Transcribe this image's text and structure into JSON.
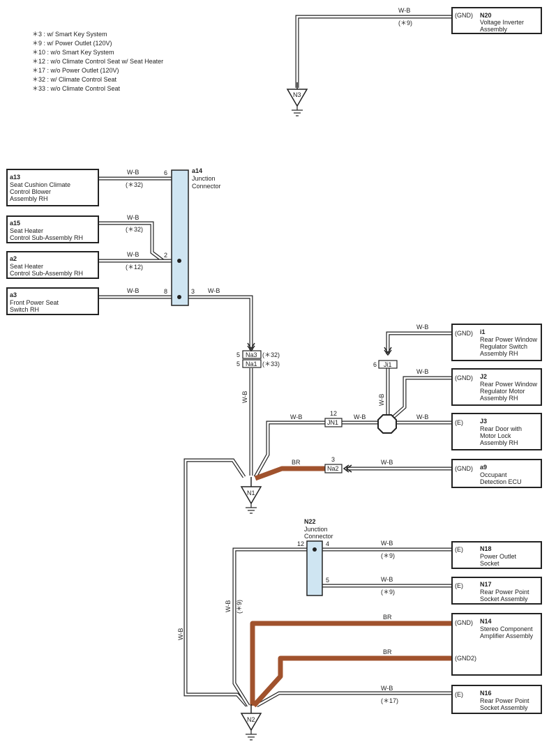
{
  "colors": {
    "br_wire": "#a0522d",
    "junction_fill": "#cfe5f2",
    "wire": "#222222"
  },
  "notes": [
    "＊3 : w/ Smart Key System",
    "＊9 : w/ Power Outlet (120V)",
    "＊10 : w/o Smart Key System",
    "＊12 : w/o Climate Control Seat w/ Seat Heater",
    "＊17 : w/o Power Outlet (120V)",
    "＊32 : w/ Climate Control Seat",
    "＊33 : w/o Climate Control Seat"
  ],
  "components": {
    "n20": {
      "code": "N20",
      "line1": "Voltage Inverter",
      "line2": "Assembly",
      "pin": "(GND)"
    },
    "a13": {
      "code": "a13",
      "line1": "Seat Cushion Climate",
      "line2": "Control Blower",
      "line3": "Assembly RH"
    },
    "a15": {
      "code": "a15",
      "line1": "Seat Heater",
      "line2": "Control Sub-Assembly RH"
    },
    "a2": {
      "code": "a2",
      "line1": "Seat Heater",
      "line2": "Control Sub-Assembly RH"
    },
    "a3": {
      "code": "a3",
      "line1": "Front Power Seat",
      "line2": "Switch RH"
    },
    "a14": {
      "code": "a14",
      "line1": "Junction",
      "line2": "Connector"
    },
    "i1": {
      "code": "i1",
      "line1": "Rear Power Window",
      "line2": "Regulator Switch",
      "line3": "Assembly RH",
      "pin": "(GND)"
    },
    "j2": {
      "code": "J2",
      "line1": "Rear Power Window",
      "line2": "Regulator Motor",
      "line3": "Assembly RH",
      "pin": "(GND)"
    },
    "j3": {
      "code": "J3",
      "line1": "Rear Door with",
      "line2": "Motor Lock",
      "line3": "Assembly RH",
      "pin": "(E)"
    },
    "a9": {
      "code": "a9",
      "line1": "Occupant",
      "line2": "Detection ECU",
      "pin": "(GND)"
    },
    "n22": {
      "code": "N22",
      "line1": "Junction",
      "line2": "Connector"
    },
    "n18": {
      "code": "N18",
      "line1": "Power Outlet",
      "line2": "Socket",
      "pin": "(E)"
    },
    "n17": {
      "code": "N17",
      "line1": "Rear Power Point",
      "line2": "Socket Assembly",
      "pin": "(E)"
    },
    "n14": {
      "code": "N14",
      "line1": "Stereo Component",
      "line2": "Amplifier Assembly",
      "pin": "(GND)",
      "pin2": "(GND2)"
    },
    "n16": {
      "code": "N16",
      "line1": "Rear Power Point",
      "line2": "Socket Assembly",
      "pin": "(E)"
    }
  },
  "connectors": {
    "na3": "Na3",
    "na1": "Na1",
    "jn1": "JN1",
    "ji1": "Ji1",
    "na2": "Na2"
  },
  "grounds": {
    "n3": "N3",
    "n1": "N1",
    "n2": "N2"
  },
  "wire_colors": {
    "wb": "W-B",
    "br": "BR"
  },
  "conditions": {
    "c9": "(＊9)",
    "c32": "(＊32)",
    "c12": "(＊12)",
    "c33": "(＊33)",
    "c17": "(＊17)"
  },
  "pins": {
    "a14_6": "6",
    "a14_2": "2",
    "a14_8": "8",
    "a14_3": "3",
    "na3": "5",
    "na1": "5",
    "ji1": "6",
    "jn1": "12",
    "na2": "3",
    "n22_12": "12",
    "n22_4": "4",
    "n22_5": "5"
  }
}
